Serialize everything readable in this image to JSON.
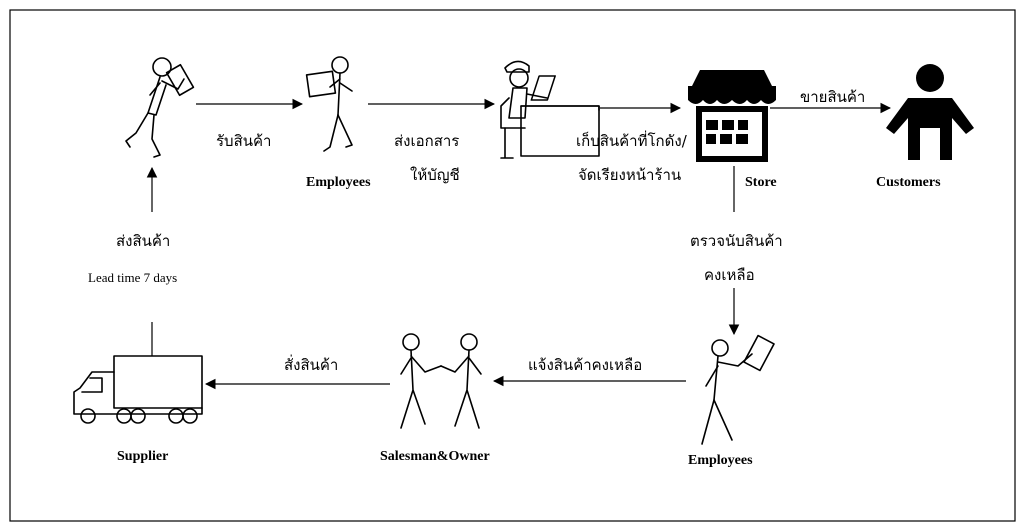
{
  "nodes": {
    "employees_top": "Employees",
    "store": "Store",
    "customers": "Customers",
    "supplier": "Supplier",
    "salesman_owner": "Salesman&Owner",
    "employees_bottom": "Employees"
  },
  "edges": {
    "receive_goods": "รับสินค้า",
    "send_docs_line1": "ส่งเอกสาร",
    "send_docs_line2": "ให้บัญชี",
    "store_goods_line1": "เก็บสินค้าที่โกดัง/",
    "store_goods_line2": "จัดเรียงหน้าร้าน",
    "sell_goods": "ขายสินค้า",
    "check_stock_line1": "ตรวจนับสินค้า",
    "check_stock_line2": "คงเหลือ",
    "report_stock": "แจ้งสินค้าคงเหลือ",
    "order_goods": "สั่งสินค้า",
    "ship_goods": "ส่งสินค้า",
    "lead_time": "Lead time 7 days"
  },
  "icons": {
    "delivery_person": "person-carrying-box-icon",
    "employee_top": "person-carrying-box-icon",
    "accountant": "person-at-desk-icon",
    "store": "storefront-icon",
    "customer": "person-silhouette-icon",
    "truck": "truck-icon",
    "handshake": "handshake-people-icon",
    "employee_bottom": "person-with-clipboard-icon"
  }
}
